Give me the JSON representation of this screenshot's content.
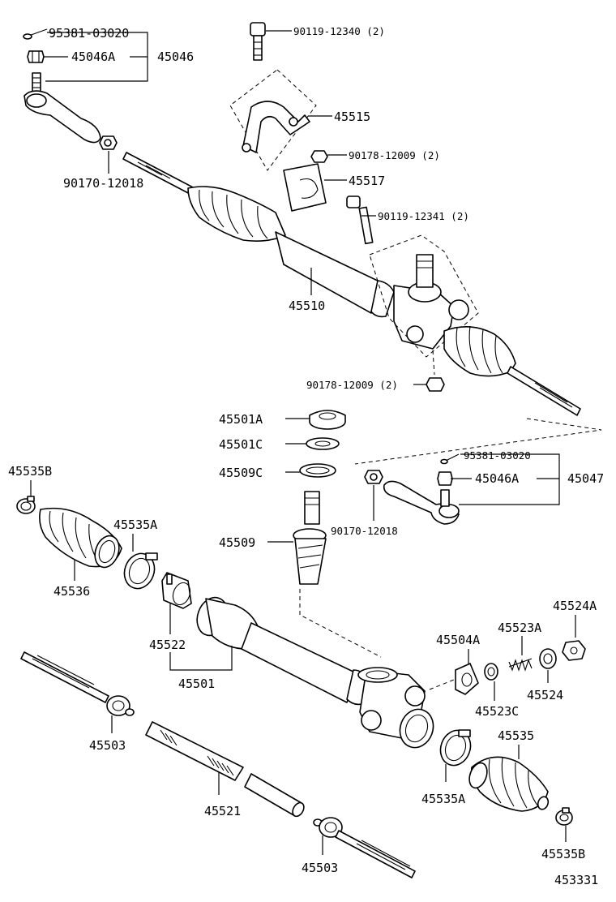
{
  "figure_number": "453331",
  "labels": {
    "pin_upper": "95381-03020",
    "nut_upper": "45046A",
    "tie_end_upper": "45046",
    "nut_tie_upper": "90170-12018",
    "bolt_top": "90119-12340 (2)",
    "bracket": "45515",
    "nut_bracket": "90178-12009 (2)",
    "bushing": "45517",
    "bolt_mid": "90119-12341 (2)",
    "rack_assy": "45510",
    "nut_lower_mid": "90178-12009 (2)",
    "bearing": "45501A",
    "washer_c": "45501C",
    "snap_ring": "45509C",
    "pinion": "45509",
    "pin_right": "95381-03020",
    "nut_right_a": "45046A",
    "tie_end_right": "45047",
    "nut_tie_right": "90170-12018",
    "clamp_b_left": "45535B",
    "clamp_a_left": "45535A",
    "boot_left": "45536",
    "bushing_rack": "45522",
    "housing": "45501",
    "guide": "45504A",
    "spring": "45523A",
    "cap_nut": "45524A",
    "spring_washer": "45523C",
    "cap": "45524",
    "rod_left": "45503",
    "rack": "45521",
    "clamp_a_right": "45535A",
    "boot_right": "45535",
    "rod_right": "45503",
    "clamp_b_right": "45535B"
  }
}
